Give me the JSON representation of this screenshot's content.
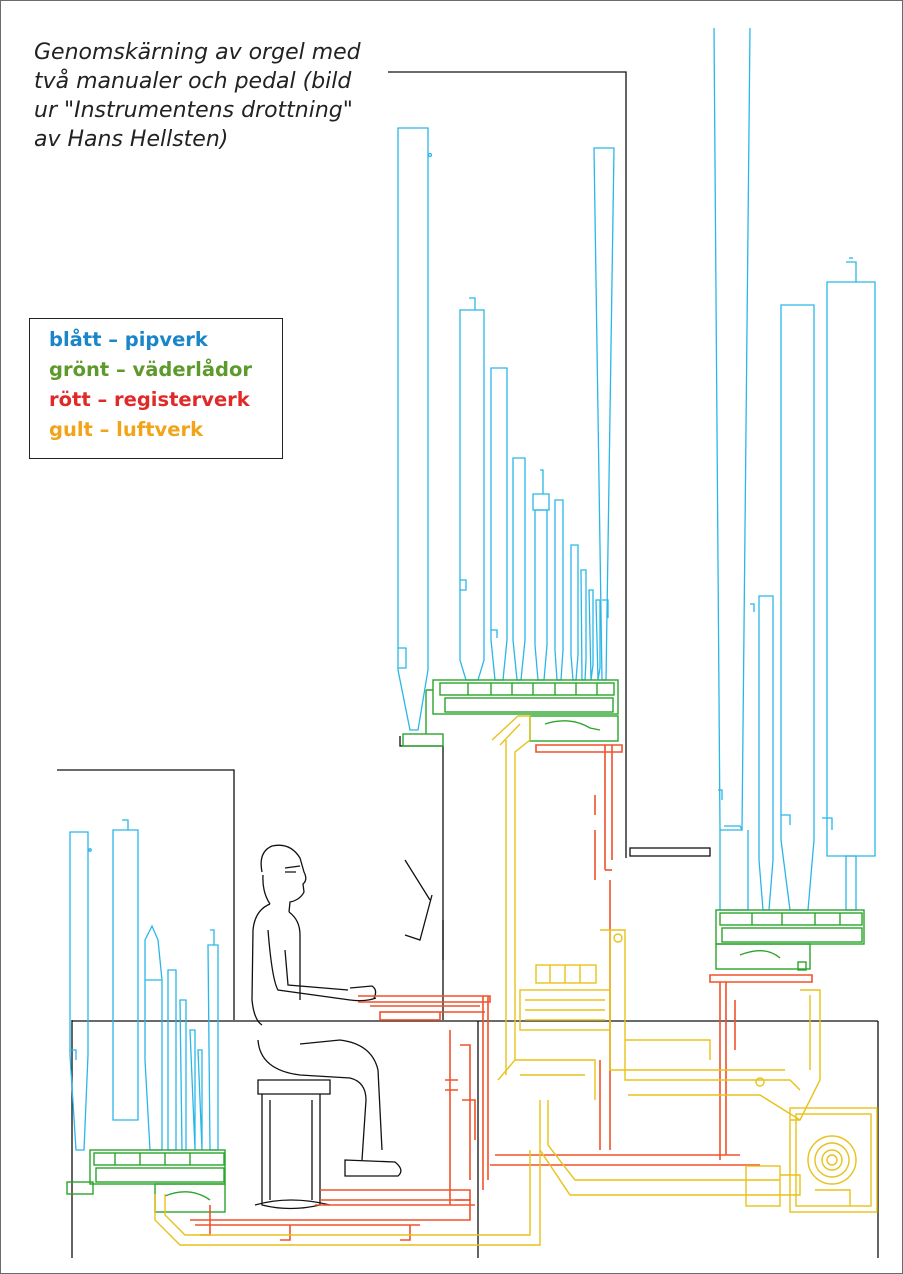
{
  "caption": [
    "Genomskärning av orgel med",
    "två manualer och pedal (bild",
    "ur \"Instrumentens drottning\"",
    "av Hans Hellsten)"
  ],
  "legend": [
    {
      "text": "blått – pipverk",
      "color": "#1a85c9"
    },
    {
      "text": "grönt – väderlådor",
      "color": "#5d9a2b"
    },
    {
      "text": "rött – registerverk",
      "color": "#e02a2a"
    },
    {
      "text": "gult – luftverk",
      "color": "#f2a418"
    }
  ],
  "colors": {
    "pipes": "#29b6e8",
    "windchests": "#2aa52a",
    "action": "#f0522a",
    "wind": "#e8c21a",
    "outline": "#111111"
  }
}
